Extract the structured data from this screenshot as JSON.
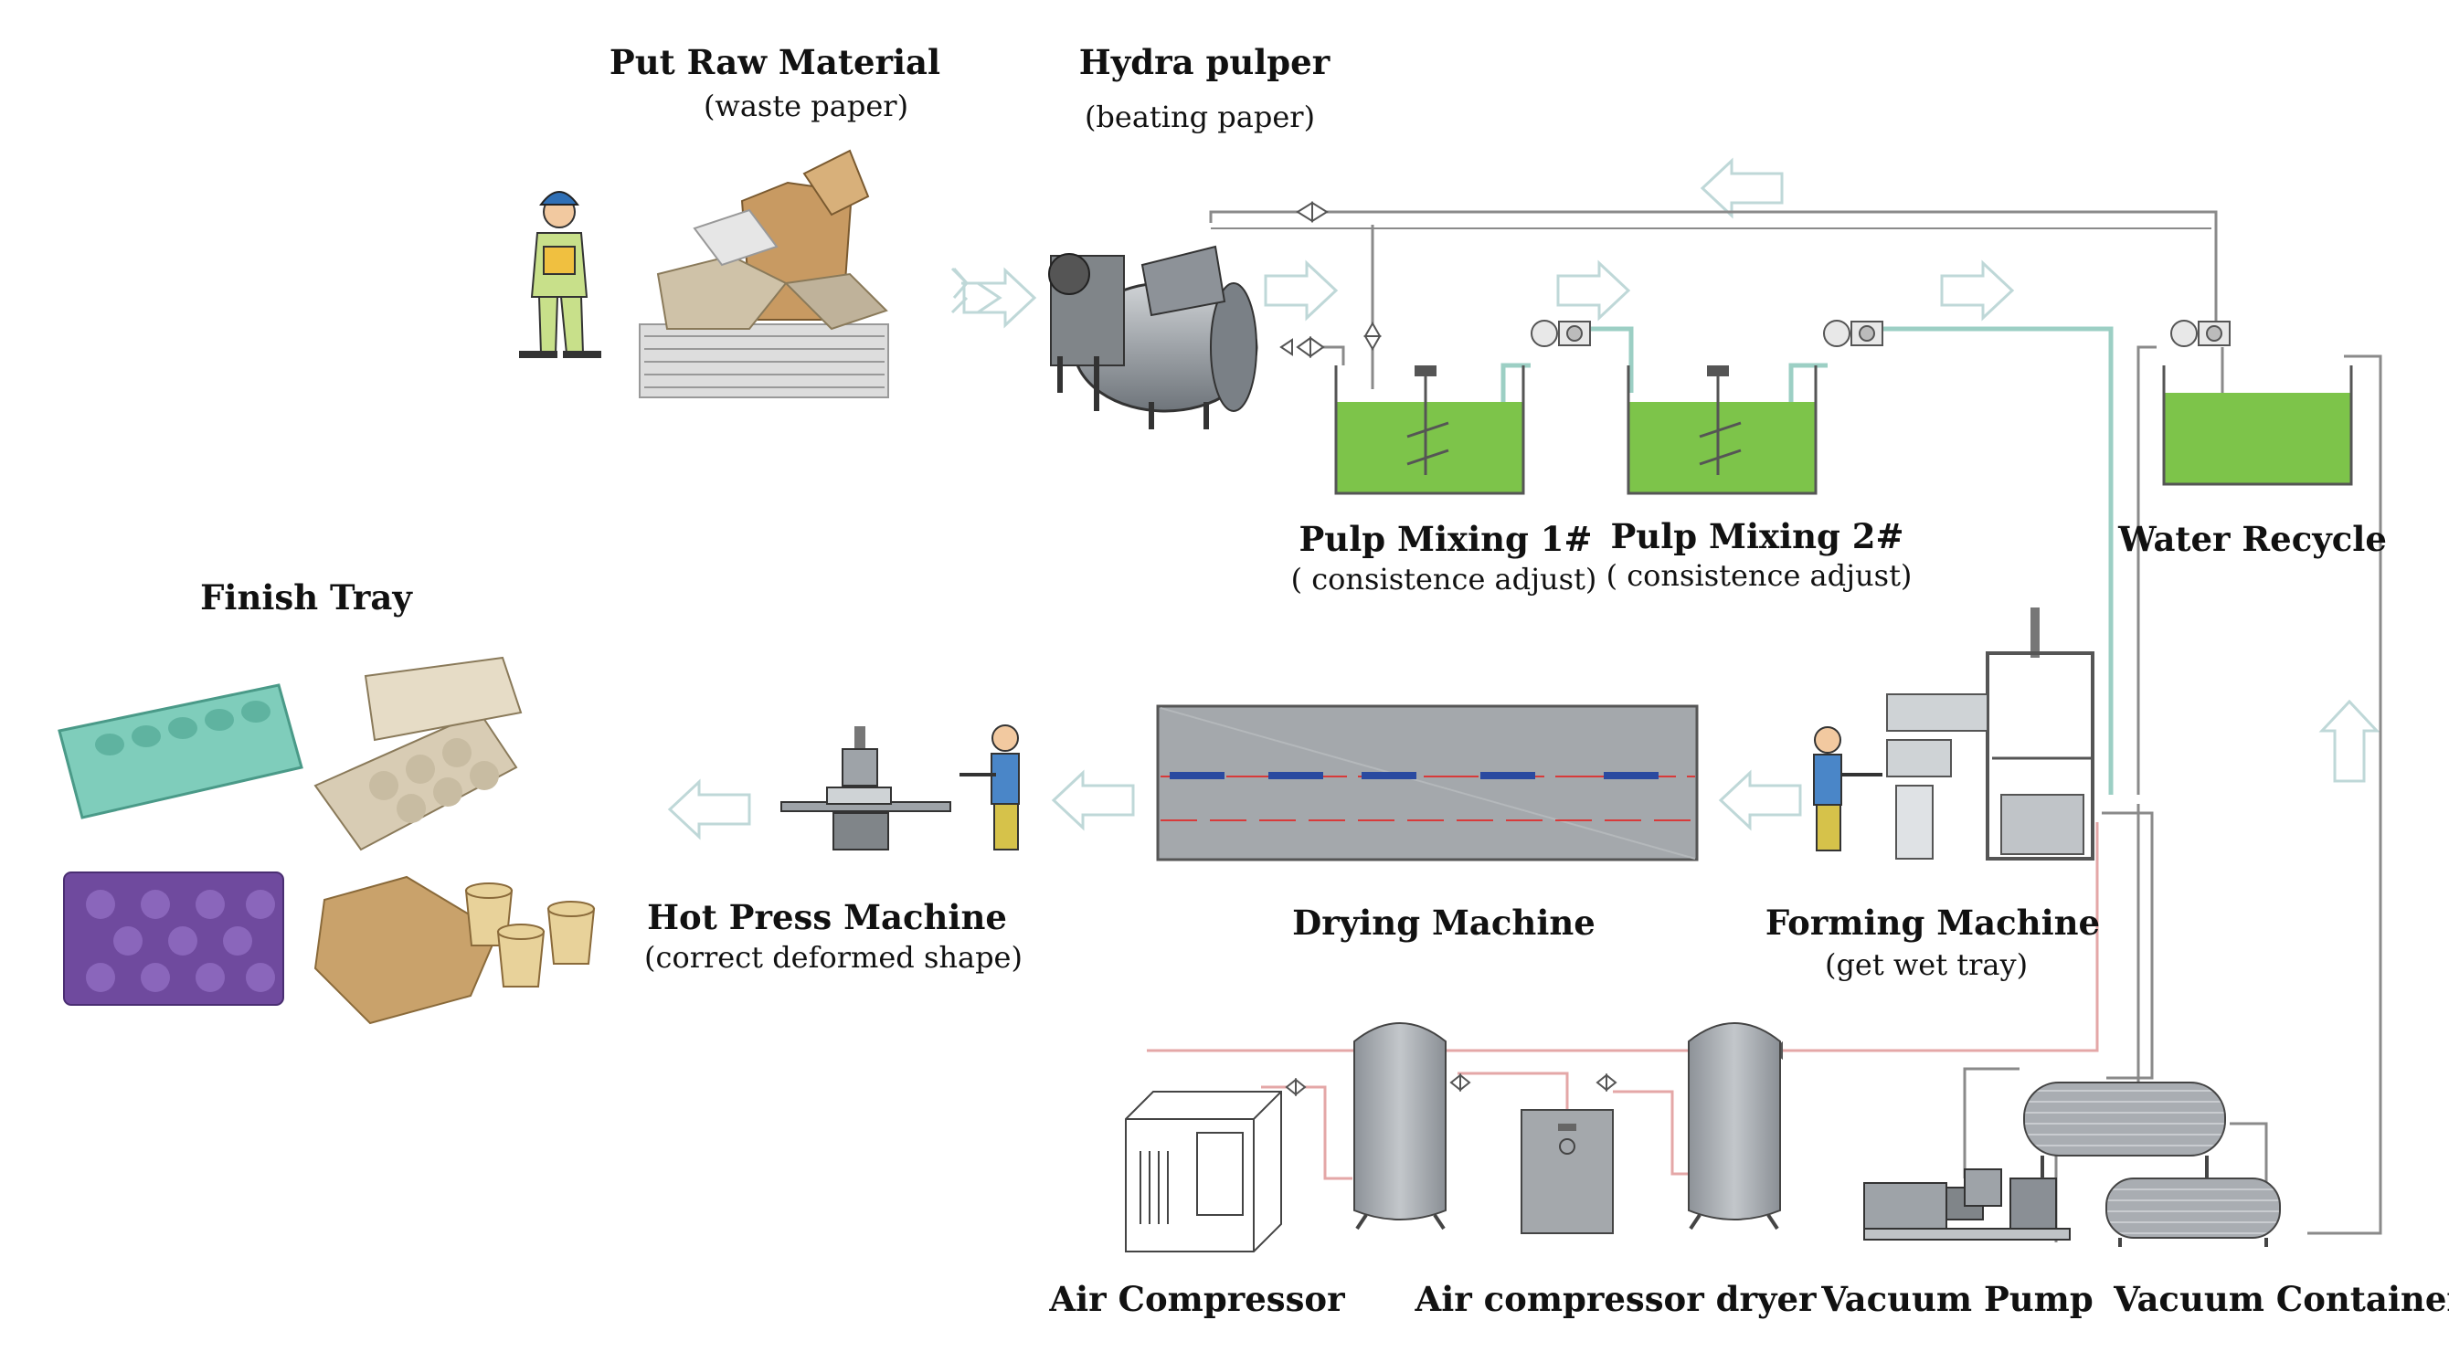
{
  "labels": {
    "raw_material": {
      "title": "Put Raw Material",
      "sub": "(waste paper)"
    },
    "pulper": {
      "title": "Hydra pulper",
      "sub": "(beating paper)"
    },
    "mix1": {
      "title": "Pulp Mixing  1#",
      "sub": "( consistence adjust)"
    },
    "mix2": {
      "title": "Pulp Mixing  2#",
      "sub": "( consistence adjust)"
    },
    "water_recycle": {
      "title": "Water Recycle"
    },
    "finish_tray": {
      "title": "Finish Tray"
    },
    "hot_press": {
      "title": "Hot Press Machine",
      "sub": "(correct deformed shape)"
    },
    "drying": {
      "title": "Drying Machine"
    },
    "forming": {
      "title": "Forming Machine",
      "sub": "(get wet tray)"
    },
    "air_compressor": {
      "title": "Air Compressor"
    },
    "air_dryer": {
      "title": "Air compressor dryer"
    },
    "vacuum_pump": {
      "title": "Vacuum Pump"
    },
    "vacuum_container": {
      "title": "Vacuum Container"
    }
  },
  "colors": {
    "pulp_green": "#7dc44a",
    "pipe_gray": "#8a8a8a",
    "water_pipe": "#a9d6cf",
    "air_pipe": "#e4a7a7",
    "arrow_outline": "#bfd8d8",
    "machine_gray": "#9ea3a8",
    "tray_teal": "#7fcdbb",
    "tray_purple": "#6f4a9e",
    "tray_pulp": "#d8c4a0",
    "tray_kraft": "#c9a26b",
    "worker_shirt": "#4a86c8",
    "worker_pants": "#d6c24a"
  }
}
